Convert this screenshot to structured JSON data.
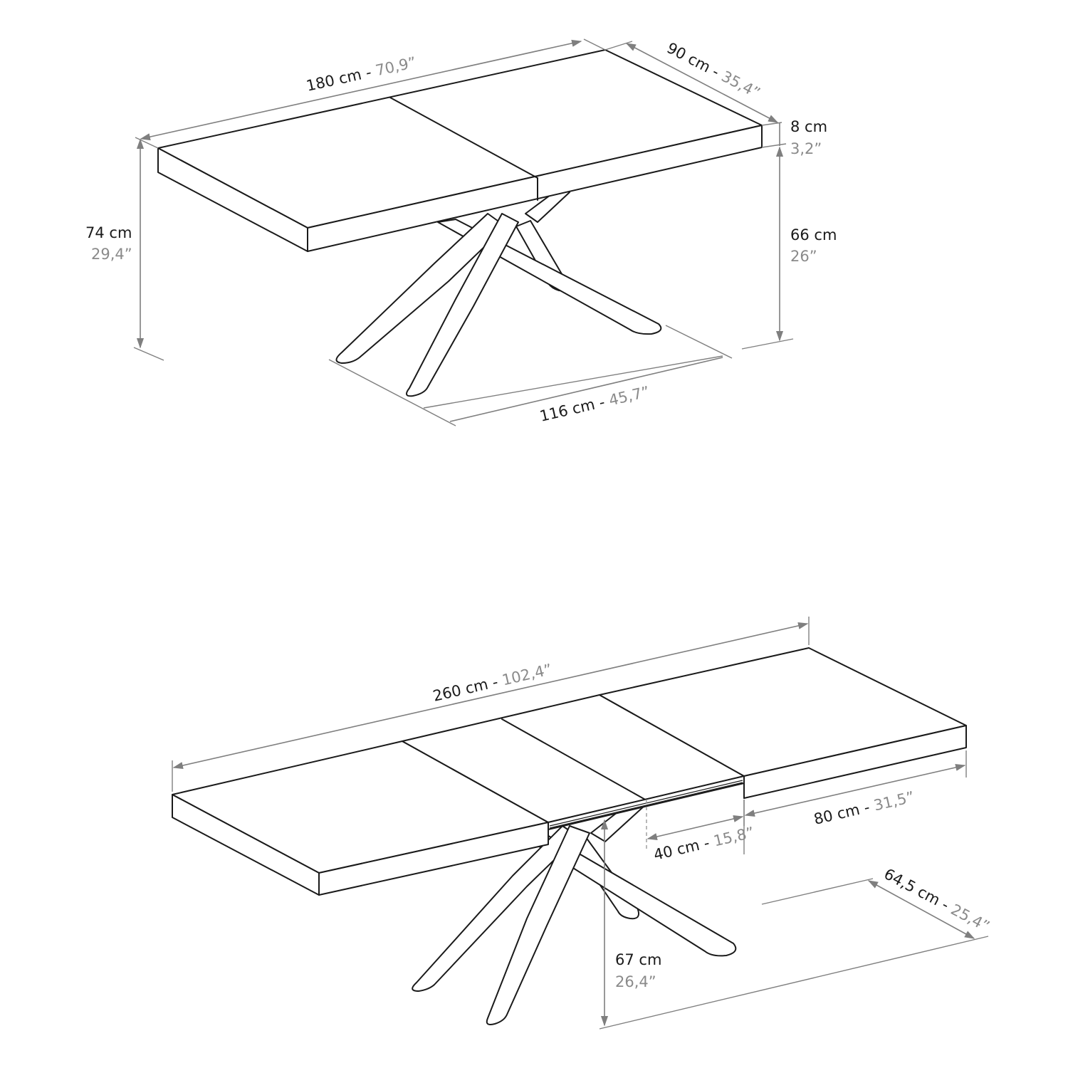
{
  "colors": {
    "line": "#1a1a1a",
    "dimension": "#7f7f7f",
    "imperial_text": "#8a8a8a",
    "metric_text": "#1a1a1a",
    "background": "#ffffff"
  },
  "closed_table": {
    "length": {
      "cm": "180 cm",
      "sep": " - ",
      "inch": "70,9”"
    },
    "depth": {
      "cm": "90 cm",
      "sep": " - ",
      "inch": "35,4”"
    },
    "top_thickness": {
      "cm": "8 cm",
      "inch": "3,2”"
    },
    "total_height": {
      "cm": "74 cm",
      "inch": "29,4”"
    },
    "clearance_height": {
      "cm": "66 cm",
      "inch": "26”"
    },
    "base_length": {
      "cm": "116 cm",
      "sep": " - ",
      "inch": "45,7”"
    }
  },
  "extended_table": {
    "length": {
      "cm": "260 cm",
      "sep": " - ",
      "inch": "102,4”"
    },
    "leaf_extension": {
      "cm": "80 cm",
      "sep": " - ",
      "inch": "31,5”"
    },
    "rail_extension": {
      "cm": "40 cm",
      "sep": " - ",
      "inch": "15,8”"
    },
    "base_depth": {
      "cm": "64,5 cm",
      "sep": " - ",
      "inch": "25,4”"
    },
    "clearance_height": {
      "cm": "67 cm",
      "inch": "26,4”"
    }
  }
}
